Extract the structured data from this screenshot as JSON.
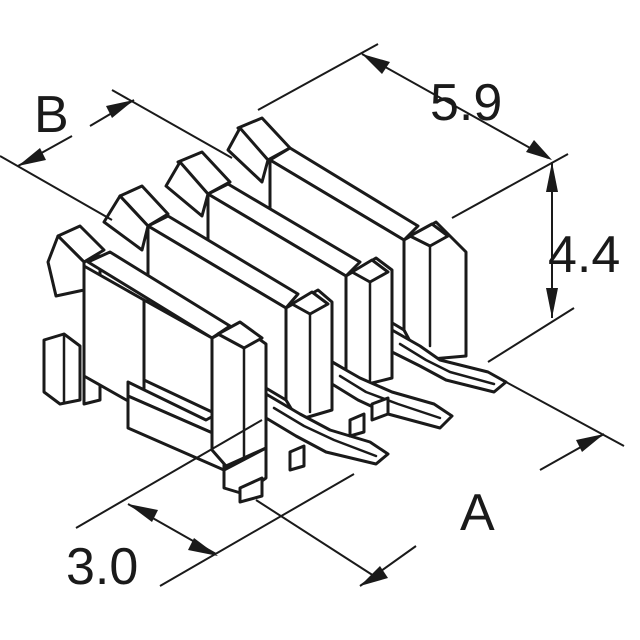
{
  "labels": {
    "dim_b": "B",
    "dim_a": "A",
    "dim_width": "5.9",
    "dim_height": "4.4",
    "dim_pitch": "3.0"
  },
  "colors": {
    "ink": "#1a1a1a",
    "background": "#ffffff"
  }
}
